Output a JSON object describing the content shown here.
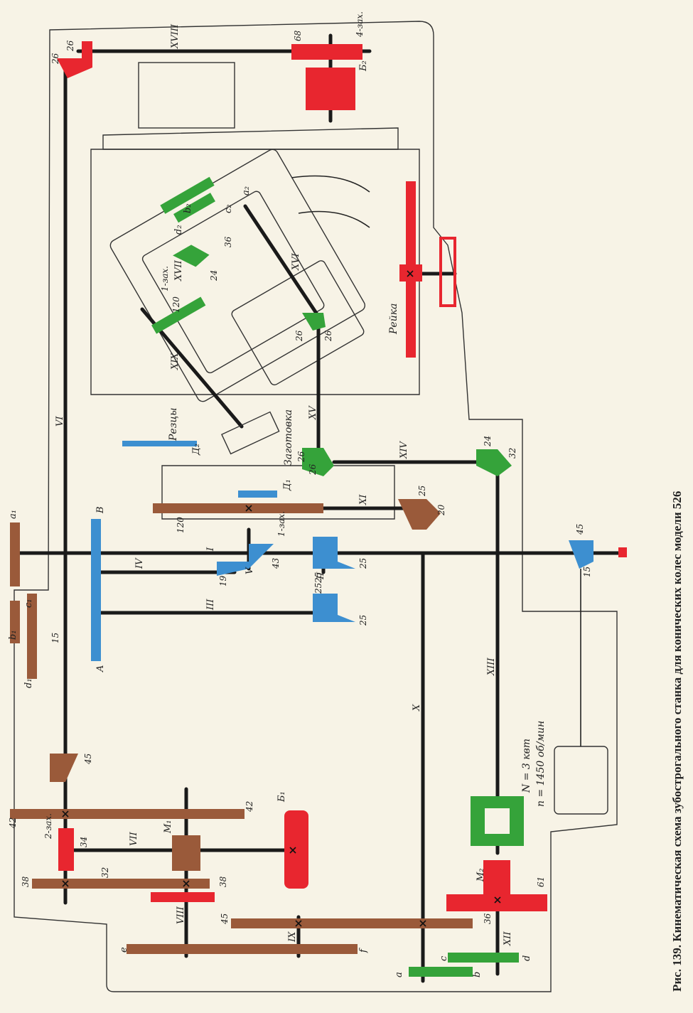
{
  "caption": "Рис. 139. Кинематическая схема зубострогального станка для конических колес модели 526",
  "colors": {
    "brown": "#9a5a3a",
    "red": "#e8262f",
    "blue": "#3d8fd0",
    "green": "#35a33a",
    "shaft": "#1a1a1a",
    "paper": "#f7f3e6"
  },
  "shafts": {
    "I": "I",
    "II": "II",
    "III": "III",
    "IV": "IV",
    "V": "V",
    "VI": "VI",
    "VII": "VII",
    "VIII": "VIII",
    "IX": "IX",
    "X": "X",
    "XI": "XI",
    "XII": "XII",
    "XIII": "XIII",
    "XIV": "XIV",
    "XV": "XV",
    "XVI": "XVI",
    "XVII": "XVII",
    "XVIII": "XVIII",
    "XIX": "XIX"
  },
  "gears": {
    "g26_top_a": "26",
    "g26_top_b": "26",
    "g68": "68",
    "g4zax": "4-зах.",
    "g1zax_top": "1-зах.",
    "g120_top": "120",
    "g24_top": "24",
    "g36_top": "36",
    "g26_mid_a": "26",
    "g26_mid_b": "26",
    "g26_low_a": "26",
    "g26_low_b": "26",
    "g24_r": "24",
    "g32_r": "32",
    "g120_mid": "120",
    "g1zax_mid": "1-зах.",
    "g25_x": "25",
    "g20_x": "20",
    "g19": "19",
    "g43": "43",
    "g25_b1": "25",
    "g25_b2": "25",
    "g25_b3": "25",
    "g25_b4": "25",
    "g45_r": "45",
    "g15_r": "15",
    "g15_l": "15",
    "g45_l": "45",
    "g42_a": "42",
    "g42_b": "42",
    "g34": "34",
    "g2zax": "2-зах.",
    "g38_a": "38",
    "g32_l": "32",
    "g38_b": "38",
    "g45_ix": "45",
    "g36_xii": "36",
    "g61": "61"
  },
  "letters": {
    "a1": "a₁",
    "b1": "b₁",
    "c1": "c₁",
    "d1": "d₁",
    "a2": "a₂",
    "b2": "b₂",
    "c2": "c₂",
    "d2": "d₂",
    "A": "A",
    "B": "B",
    "e": "e",
    "f": "f",
    "a": "a",
    "b": "b",
    "c": "c",
    "d": "d",
    "M1": "M₁",
    "M2": "M₂",
    "B1": "Б₁",
    "B2": "Б₂",
    "D1": "Д₁",
    "D2": "Д₂"
  },
  "labels": {
    "rack": "Рейка",
    "cutters": "Резцы",
    "workpiece": "Заготовка",
    "motor_power": "N = 3 квт",
    "motor_speed": "n = 1450 об/мин"
  }
}
